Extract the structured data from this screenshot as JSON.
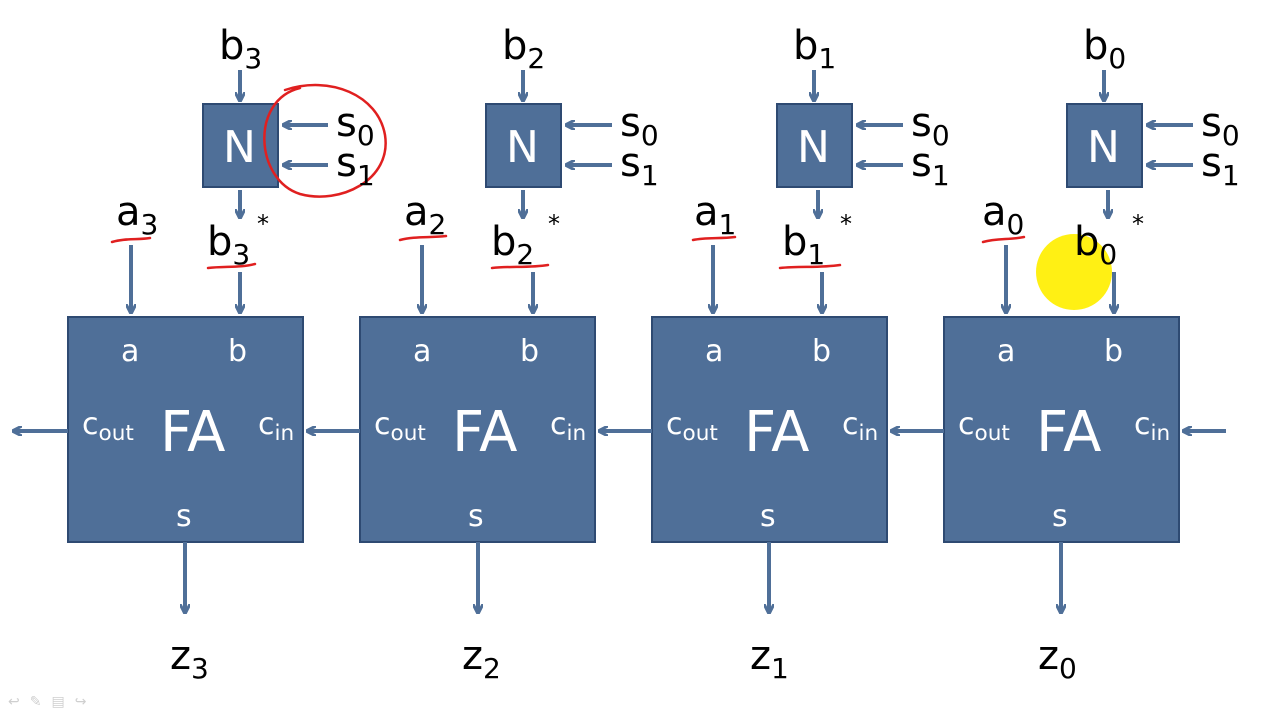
{
  "colors": {
    "box_fill": "#4f6f98",
    "box_border": "#2e4a72",
    "arrow": "#4f6f98",
    "box_text": "#ffffff",
    "annotation_red": "#e02020",
    "pointer_highlight": "#ffef00"
  },
  "negator": {
    "label": "N",
    "sel0": {
      "base": "s",
      "sub": "0"
    },
    "sel1": {
      "base": "s",
      "sub": "1"
    },
    "out_star": "*"
  },
  "adder": {
    "title": "FA",
    "pin_a": "a",
    "pin_b": "b",
    "pin_cout": {
      "base": "c",
      "sub": "out"
    },
    "pin_cin": {
      "base": "c",
      "sub": "in"
    },
    "pin_s": "s"
  },
  "bits": [
    {
      "b_in": {
        "base": "b",
        "sub": "3"
      },
      "a_in": {
        "base": "a",
        "sub": "3"
      },
      "b_star": {
        "base": "b",
        "sub": "3"
      },
      "z_out": {
        "base": "z",
        "sub": "3"
      }
    },
    {
      "b_in": {
        "base": "b",
        "sub": "2"
      },
      "a_in": {
        "base": "a",
        "sub": "2"
      },
      "b_star": {
        "base": "b",
        "sub": "2"
      },
      "z_out": {
        "base": "z",
        "sub": "2"
      }
    },
    {
      "b_in": {
        "base": "b",
        "sub": "1"
      },
      "a_in": {
        "base": "a",
        "sub": "1"
      },
      "b_star": {
        "base": "b",
        "sub": "1"
      },
      "z_out": {
        "base": "z",
        "sub": "1"
      }
    },
    {
      "b_in": {
        "base": "b",
        "sub": "0"
      },
      "a_in": {
        "base": "a",
        "sub": "0"
      },
      "b_star": {
        "base": "b",
        "sub": "0"
      },
      "z_out": {
        "base": "z",
        "sub": "0"
      }
    }
  ],
  "nav_icons": [
    "prev-slide-icon",
    "pen-icon",
    "menu-icon",
    "next-slide-icon"
  ]
}
